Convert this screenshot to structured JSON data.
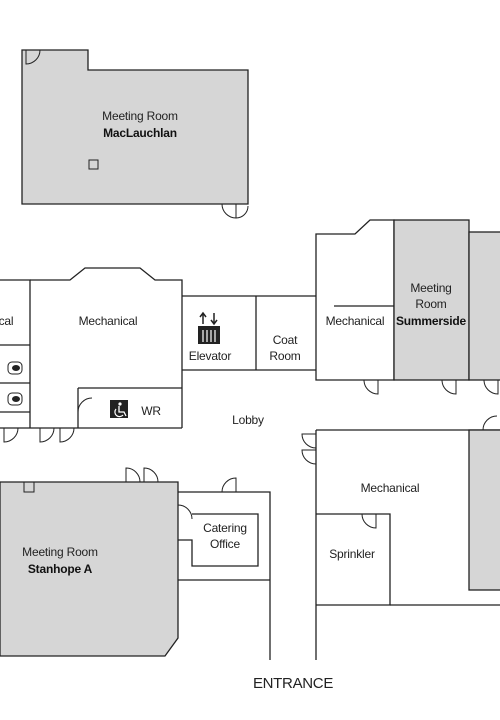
{
  "rooms": {
    "maclauchlan": {
      "line1": "Meeting Room",
      "line2": "MacLauchlan"
    },
    "summerside": {
      "line1": "Meeting",
      "line2": "Room",
      "line3": "Summerside"
    },
    "stanhope": {
      "line1": "Meeting Room",
      "line2": "Stanhope A"
    },
    "mechanical_left": "Mechanical",
    "mechanical_mid": "Mechanical",
    "mechanical_lower": "Mechanical",
    "left_partial": "cal",
    "elevator": "Elevator",
    "coat_room": {
      "line1": "Coat",
      "line2": "Room"
    },
    "washroom": "WR",
    "lobby": "Lobby",
    "catering": {
      "line1": "Catering",
      "line2": "Office"
    },
    "sprinkler": "Sprinkler"
  },
  "entrance": "ENTRANCE",
  "icons": {
    "elevator": "elevator-icon",
    "accessible": "wheelchair-icon"
  },
  "colors": {
    "meeting_room_fill": "#d6d6d6",
    "wall": "#222222"
  }
}
